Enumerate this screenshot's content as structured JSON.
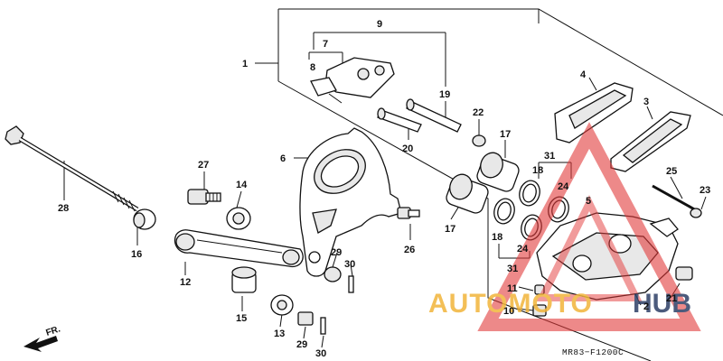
{
  "callouts": {
    "c1": "1",
    "c2": "2",
    "c3": "3",
    "c4": "4",
    "c5": "5",
    "c6": "6",
    "c7": "7",
    "c8": "8",
    "c9": "9",
    "c10": "10",
    "c11": "11",
    "c12": "12",
    "c13": "13",
    "c14": "14",
    "c15": "15",
    "c16": "16",
    "c17a": "17",
    "c17b": "17",
    "c18a": "18",
    "c18b": "18",
    "c19": "19",
    "c20": "20",
    "c21": "21",
    "c22": "22",
    "c23": "23",
    "c24a": "24",
    "c24b": "24",
    "c25": "25",
    "c26": "26",
    "c27": "27",
    "c28": "28",
    "c29a": "29",
    "c29b": "29",
    "c30a": "30",
    "c30b": "30",
    "c31a": "31",
    "c31b": "31"
  },
  "diagram_code": "MR83−F1200C",
  "front_marker": "FR.",
  "watermark": {
    "part1": "AUTOMOTO",
    "part2": "HUB",
    "colors": {
      "triangle": "#e23a3a",
      "text": "#f2b53a",
      "hub": "#2d3f66"
    }
  }
}
